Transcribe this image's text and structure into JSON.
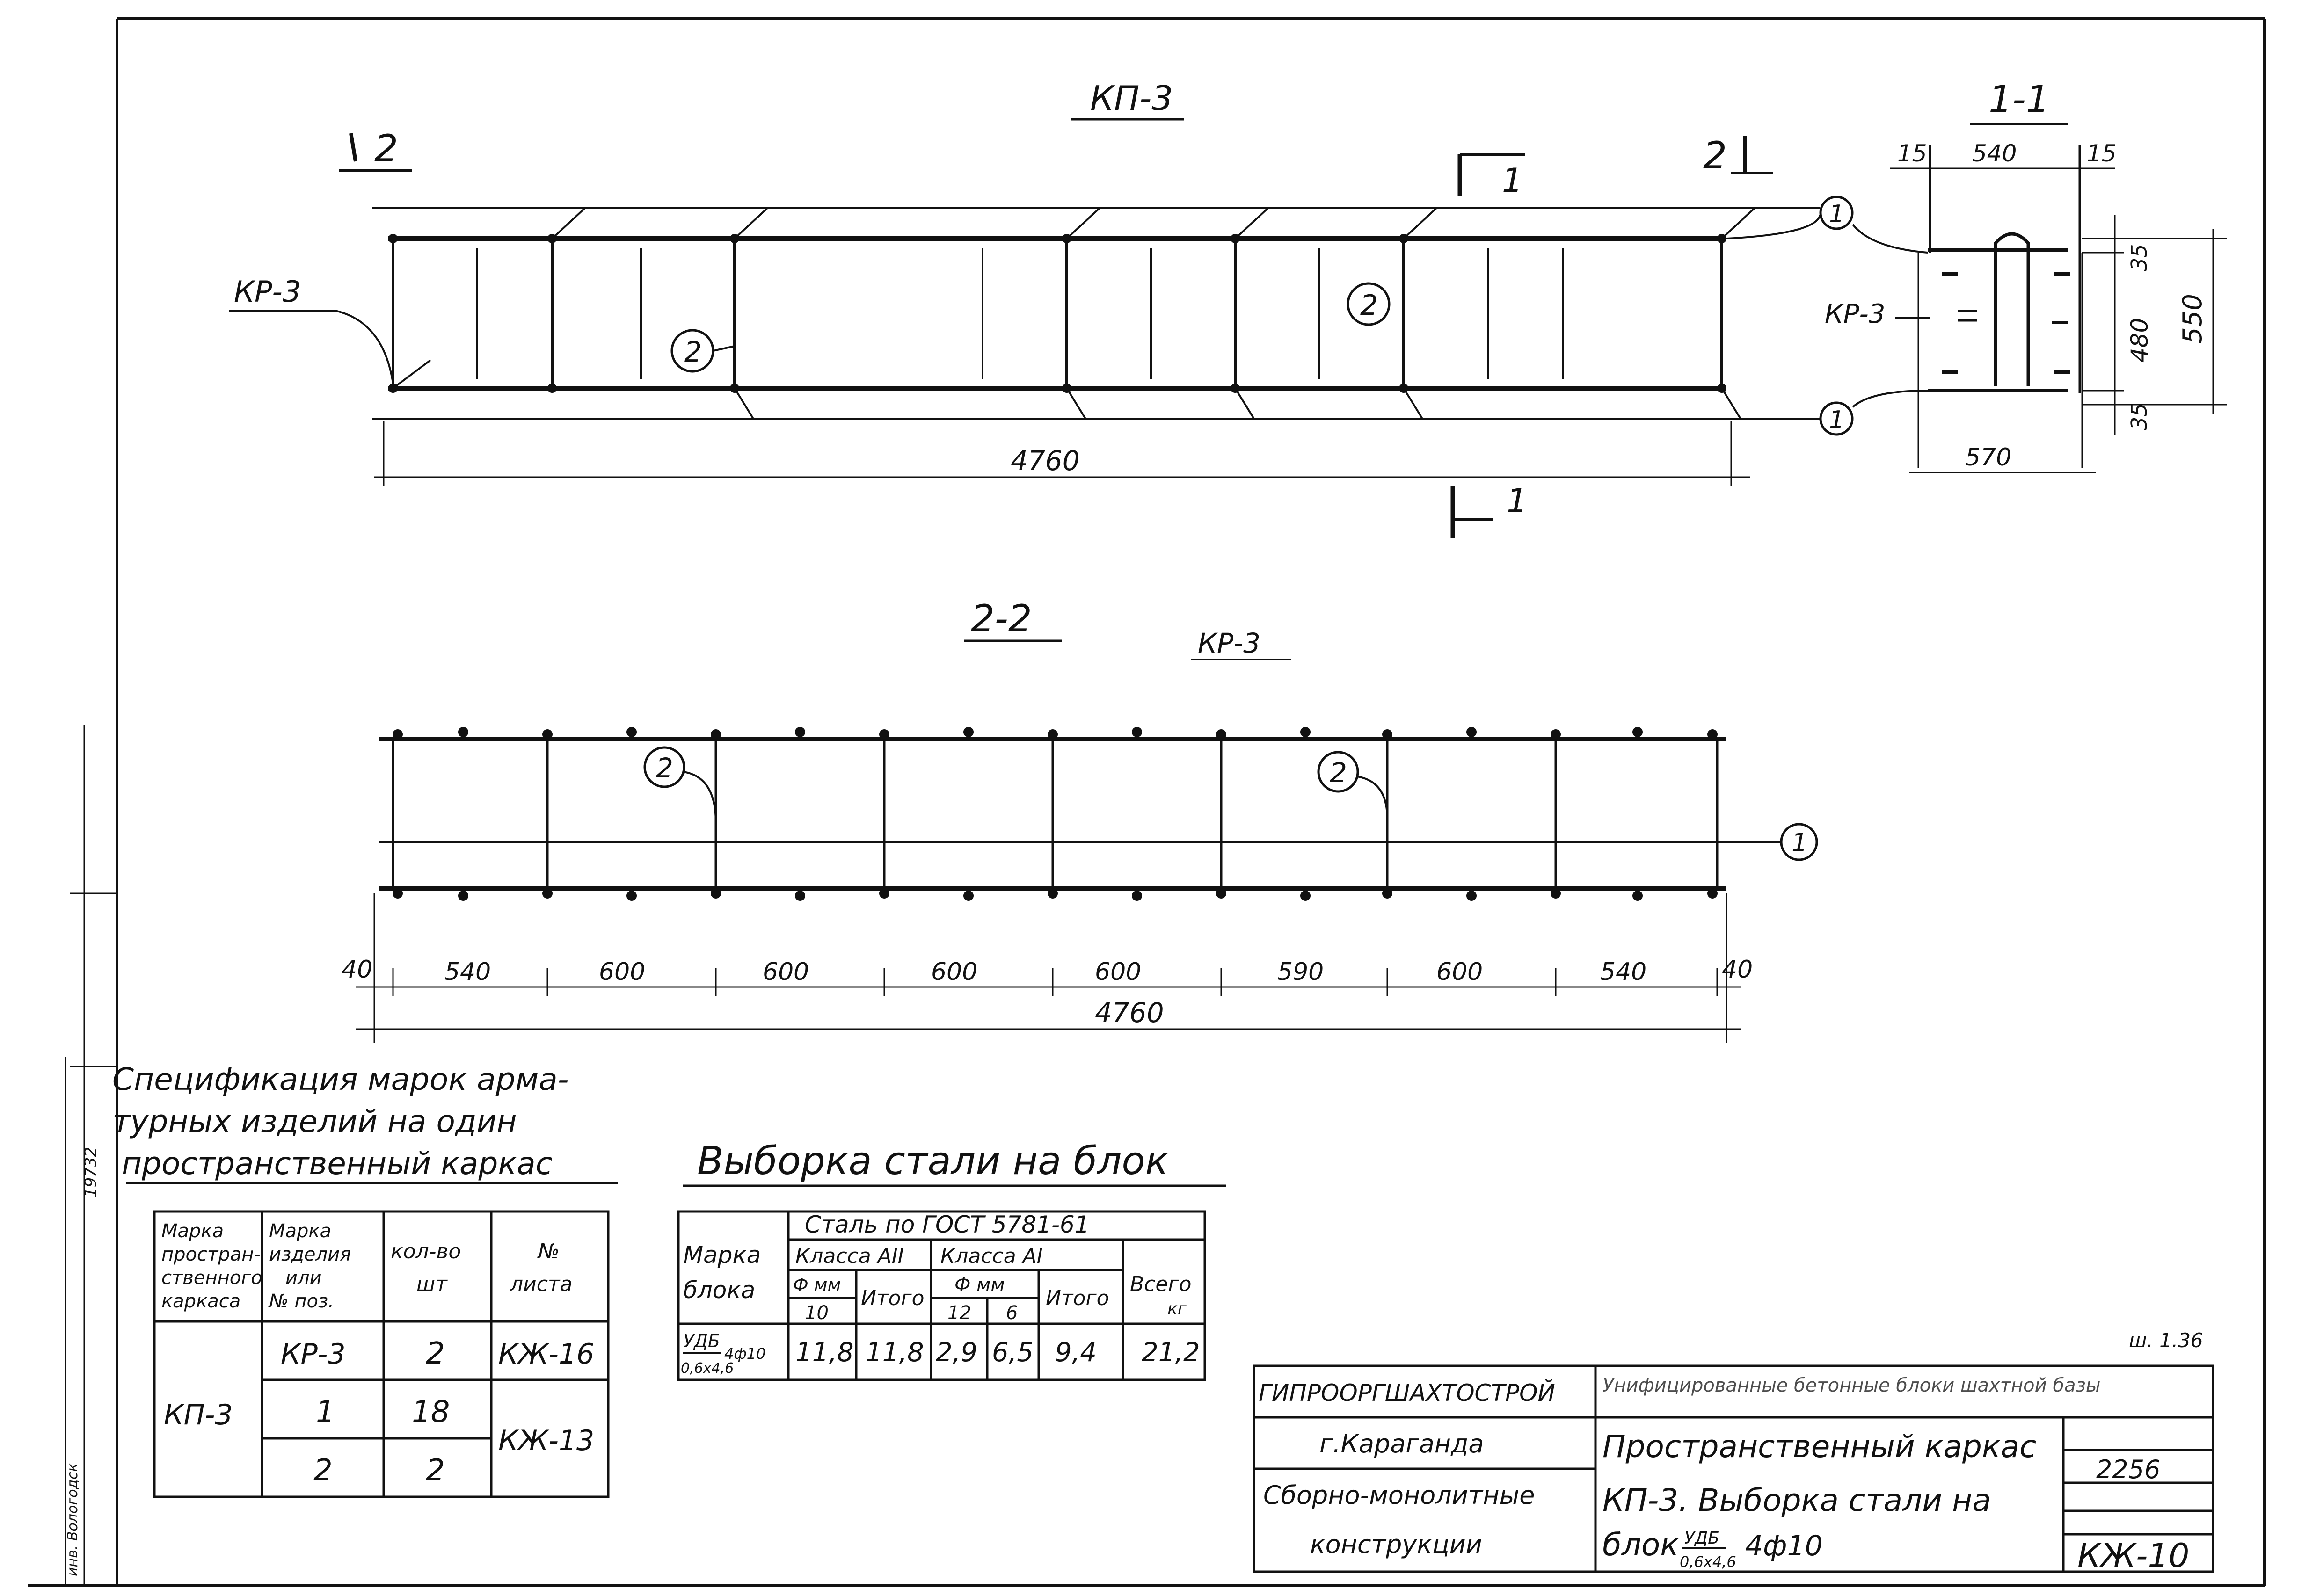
{
  "views": {
    "elevation": {
      "title": "КП-3",
      "section_mark_left": "2",
      "section_mark_right": "2",
      "section_mark_top": "1",
      "section_mark_bottom": "1",
      "side_label": "КР-3",
      "pos_labels": [
        "1",
        "1",
        "2",
        "2"
      ],
      "length": "4760"
    },
    "section_1_1": {
      "title": "1-1",
      "dims": {
        "left": "15",
        "top": "540",
        "right": "15",
        "d35a": "35",
        "d480": "480",
        "d550": "550",
        "d35b": "35",
        "bottom": "570"
      },
      "label": "КР-3"
    },
    "section_2_2": {
      "title": "2-2",
      "subtitle": "КР-3",
      "pos_labels": [
        "2",
        "2",
        "1"
      ],
      "spacings": [
        "40",
        "540",
        "600",
        "600",
        "600",
        "600",
        "590",
        "600",
        "540",
        "40"
      ],
      "total": "4760"
    }
  },
  "spec_table": {
    "title_lines": [
      "Спецификация марок арма-",
      "турных изделий на один",
      "пространственный каркас"
    ],
    "headers": [
      "Марка простран- ственного каркаса",
      "Марка изделия или № поз.",
      "Кол-во шт",
      "№ листа"
    ],
    "header_lines": [
      [
        "Марка",
        "простран-",
        "ственного",
        "каркаса"
      ],
      [
        "Марка",
        "изделия",
        "или",
        "№ поз."
      ],
      [
        "кол-во",
        "шт"
      ],
      [
        "№",
        "листа"
      ]
    ],
    "frame": "КП-3",
    "rows": [
      {
        "item": "КР-3",
        "qty": "2",
        "sheet": "КЖ-16"
      },
      {
        "item": "1",
        "qty": "18",
        "sheet": "КЖ-13"
      },
      {
        "item": "2",
        "qty": "2",
        "sheet": ""
      }
    ]
  },
  "steel_table": {
    "title": "Выборка стали на блок",
    "steel_header": "Сталь по ГОСТ 5781-61",
    "class_a2": "Класса AII",
    "class_a1": "Класса AI",
    "col_mark": [
      "Марка",
      "блока"
    ],
    "col_dia_mm": "Ф мм",
    "col_total": "Итого",
    "col_grand": [
      "Всего",
      "кг"
    ],
    "dia_a2": "10",
    "dia_a1": [
      "12",
      "6"
    ],
    "row": {
      "mark_top": "УДБ",
      "mark_bottom": "0,6х4,6",
      "mark_suffix": "4ф10",
      "a2_10": "11,8",
      "a2_total": "11,8",
      "a1_12": "2,9",
      "a1_6": "6,5",
      "a1_total": "9,4",
      "grand": "21,2"
    }
  },
  "title_block": {
    "sheet_note": "ш. 1.36",
    "org": "ГИПРООРГШАХТОСТРОЙ",
    "city": "г.Караганда",
    "category_1": "Сборно-монолитные",
    "category_2": "конструкции",
    "project": "Унифицированные бетонные блоки шахтной базы",
    "sheet_title_1": "Пространственный каркас",
    "sheet_title_2": "КП-3. Выборка стали на",
    "sheet_title_3": "блок",
    "sheet_block_top": "УДБ",
    "sheet_block_bottom": "0,6х4,6",
    "sheet_block_suffix": "4ф10",
    "code_1": "2256",
    "sheet_no": "КЖ-10"
  },
  "margin": {
    "inv": "19732",
    "vertical_note": "инв. Вологодск"
  }
}
